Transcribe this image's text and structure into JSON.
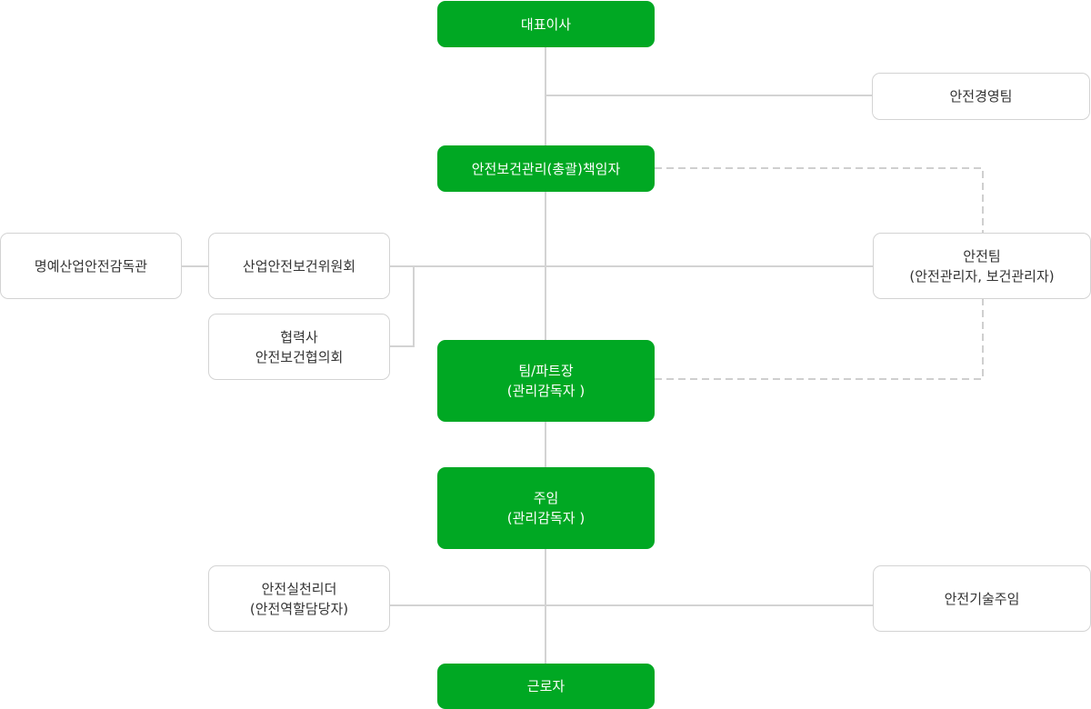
{
  "colors": {
    "primary_node": "#00a823",
    "primary_text": "#ffffff",
    "secondary_border": "#d3d3d3",
    "secondary_text": "#333333",
    "connector": "#d3d3d3"
  },
  "org_chart": {
    "ceo": "대표이사",
    "safety_management_team": "안전경영팀",
    "safety_health_manager": "안전보건관리(총괄)책임자",
    "honorary_inspector": "명예산업안전감독관",
    "industrial_safety_committee": "산업안전보건위원회",
    "partner_council": {
      "line1": "협력사",
      "line2": "안전보건협의회"
    },
    "safety_team": {
      "line1": "안전팀",
      "line2": "(안전관리자, 보건관리자)"
    },
    "team_part_leader": {
      "line1": "팀/파트장",
      "line2": "(관리감독자 )"
    },
    "chief": {
      "line1": "주임",
      "line2": "(관리감독자 )"
    },
    "safety_practice_leader": {
      "line1": "안전실천리더",
      "line2": "(안전역할담당자)"
    },
    "safety_tech_chief": "안전기술주임",
    "workers": "근로자"
  }
}
